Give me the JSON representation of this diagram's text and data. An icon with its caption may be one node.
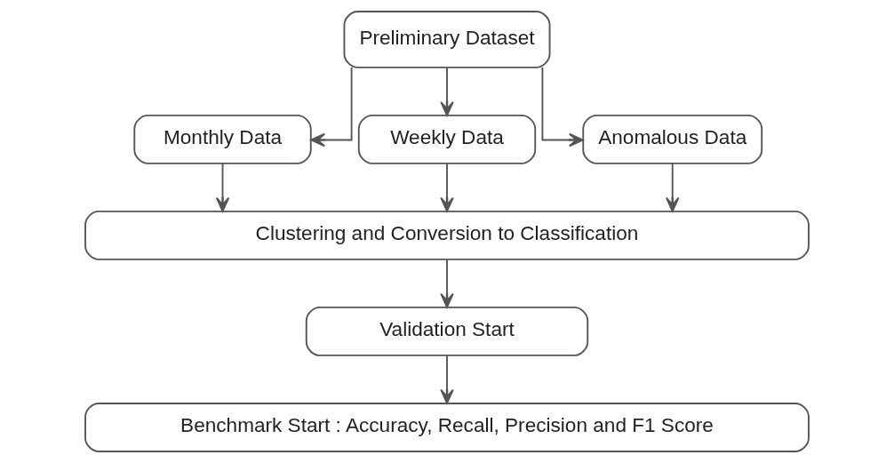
{
  "diagram": {
    "nodes": [
      {
        "text": [
          "Preliminary Dataset"
        ]
      },
      {
        "text": [
          "Monthly Data"
        ]
      },
      {
        "text": [
          "Weekly Data"
        ]
      },
      {
        "text": [
          "Anomalous Data"
        ]
      },
      {
        "text": [
          "Clustering and Conversion to Classification"
        ]
      },
      {
        "text": [
          "Validation Start"
        ]
      },
      {
        "text": [
          "Benchmark Start : Accuracy, Recall, Precision and F1 Score"
        ]
      }
    ],
    "edges": [
      {
        "from": 0,
        "to": 1,
        "arrow": "to"
      },
      {
        "from": 0,
        "to": 2,
        "arrow": "to"
      },
      {
        "from": 0,
        "to": 3,
        "arrow": "to"
      },
      {
        "from": 1,
        "to": 4,
        "arrow": "to"
      },
      {
        "from": 2,
        "to": 4,
        "arrow": "to"
      },
      {
        "from": 3,
        "to": 4,
        "arrow": "to"
      },
      {
        "from": 4,
        "to": 5,
        "arrow": "to"
      },
      {
        "from": 5,
        "to": 6,
        "arrow": "to"
      }
    ]
  }
}
